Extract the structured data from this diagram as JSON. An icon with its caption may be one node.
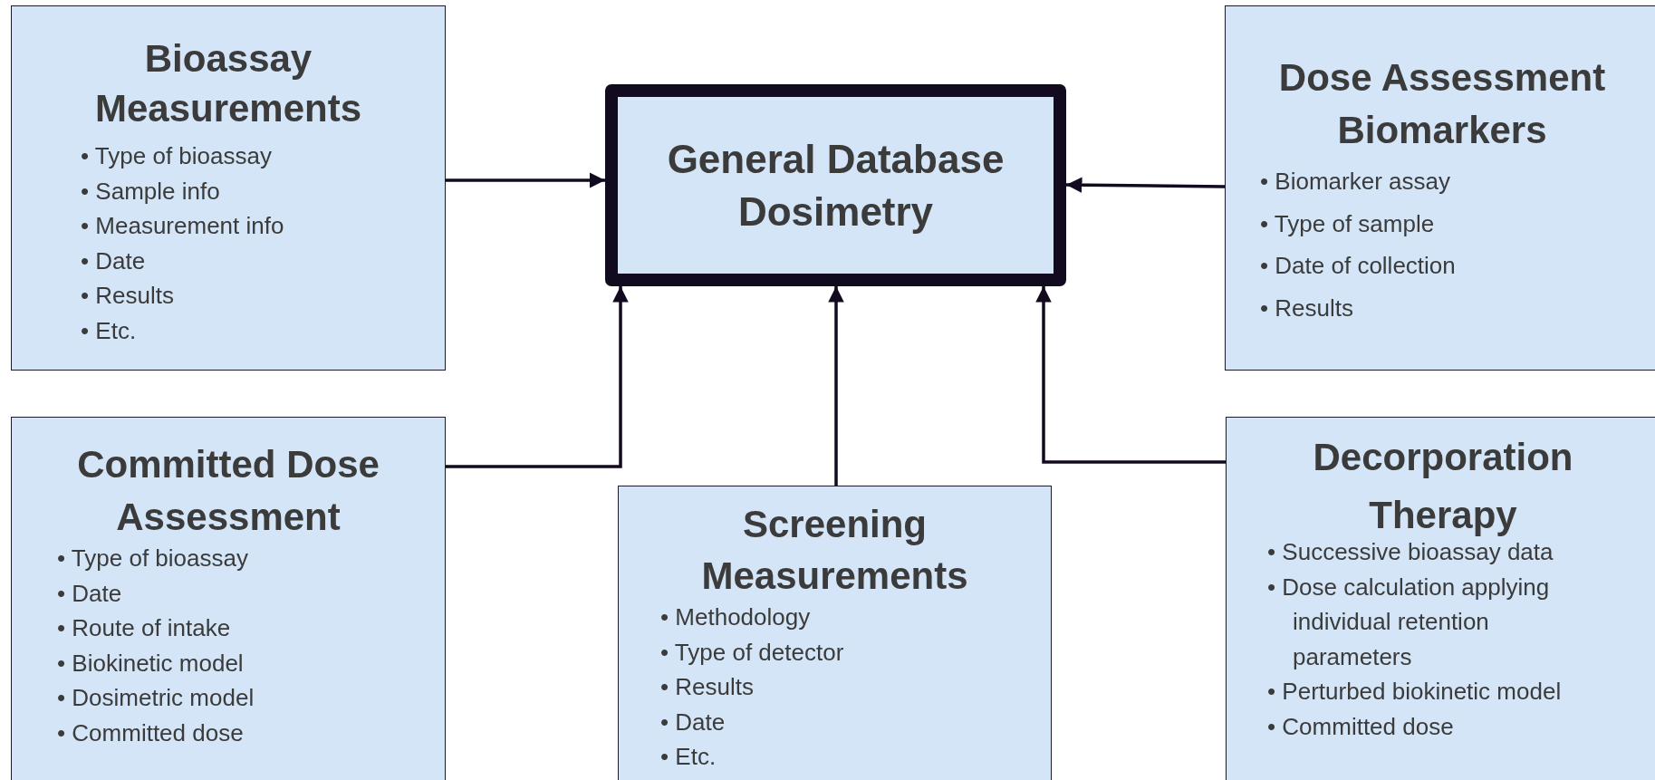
{
  "diagram": {
    "nodes": [
      {
        "text": [
          "Bioassay Measurements",
          "• Type of bioassay",
          "• Sample info",
          "• Measurement info",
          "• Date",
          "• Results",
          "• Etc."
        ]
      },
      {
        "text": [
          "General Database Dosimetry"
        ]
      },
      {
        "text": [
          "Dose Assessment Biomarkers",
          "• Biomarker assay",
          "• Type of sample",
          "• Date of collection",
          "• Results"
        ]
      },
      {
        "text": [
          "Committed Dose Assessment",
          "• Type of bioassay",
          "• Date",
          "• Route of intake",
          "• Biokinetic model",
          "• Dosimetric model",
          "• Committed dose"
        ]
      },
      {
        "text": [
          "Screening Measurements",
          "• Methodology",
          "• Type of detector",
          "• Results",
          "• Date",
          "• Etc."
        ]
      },
      {
        "text": [
          "Decorporation Therapy",
          "• Successive bioassay data",
          "• Dose calculation applying individual retention parameters",
          "• Perturbed biokinetic model",
          "• Committed dose"
        ]
      }
    ],
    "edges": [
      {
        "from": 0,
        "to": 1,
        "arrow": "to"
      },
      {
        "from": 2,
        "to": 1,
        "arrow": "to"
      },
      {
        "from": 3,
        "to": 1,
        "arrow": "to"
      },
      {
        "from": 4,
        "to": 1,
        "arrow": "to"
      },
      {
        "from": 5,
        "to": 1,
        "arrow": "to"
      }
    ]
  }
}
